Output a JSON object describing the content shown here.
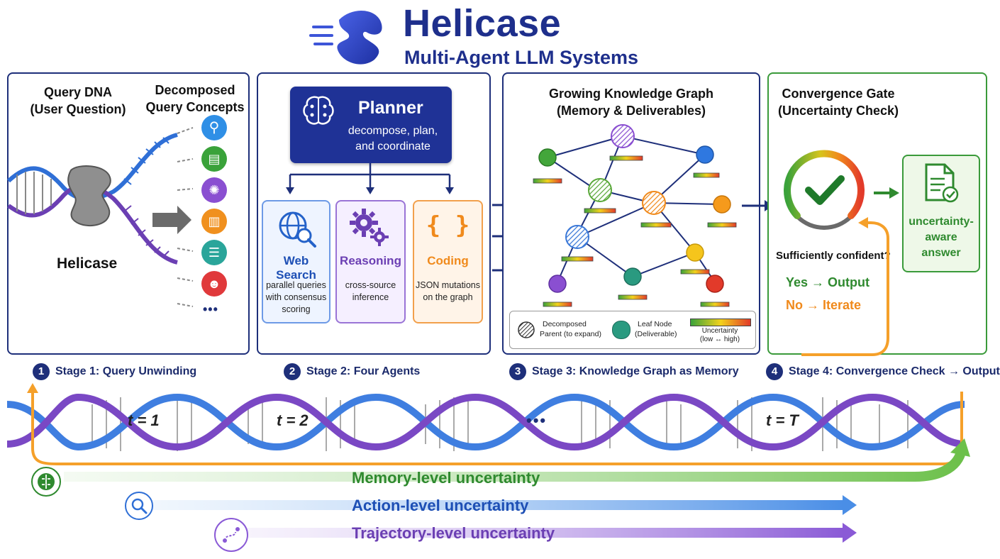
{
  "header": {
    "title": "Helicase",
    "subtitle": "Multi-Agent LLM Systems"
  },
  "stage1": {
    "query_label_line1": "Query DNA",
    "query_label_line2": "(User Question)",
    "concepts_line1": "Decomposed",
    "concepts_line2": "Query Concepts",
    "helicase_label": "Helicase",
    "ellipsis": "•••"
  },
  "stage2": {
    "planner_title": "Planner",
    "planner_desc1": "decompose, plan,",
    "planner_desc2": "and coordinate",
    "agents": [
      {
        "name": "Web Search",
        "d1": "parallel queries",
        "d2": "with consensus",
        "d3": "scoring"
      },
      {
        "name": "Reasoning",
        "d1": "cross-source",
        "d2": "inference",
        "d3": ""
      },
      {
        "name": "Coding",
        "d1": "JSON mutations",
        "d2": "on the graph",
        "d3": ""
      }
    ],
    "coding_glyph": "{ }"
  },
  "stage3": {
    "title_line1": "Growing Knowledge Graph",
    "title_line2": "(Memory & Deliverables)",
    "legend_parent_line1": "Decomposed",
    "legend_parent_line2": "Parent (to expand)",
    "legend_leaf_line1": "Leaf Node",
    "legend_leaf_line2": "(Deliverable)",
    "legend_unc_line1": "Uncertainty",
    "legend_unc_line2": "(low ↔ high)"
  },
  "stage4": {
    "title_line1": "Convergence Gate",
    "title_line2": "(Uncertainty Check)",
    "question": "Sufficiently confident?",
    "yes": "Yes → Output",
    "no": "No → Iterate",
    "answer_line1": "uncertainty-",
    "answer_line2": "aware",
    "answer_line3": "answer"
  },
  "stages": [
    {
      "num": "1",
      "label": "Stage 1: Query Unwinding"
    },
    {
      "num": "2",
      "label": "Stage 2: Four Agents"
    },
    {
      "num": "3",
      "label": "Stage 3: Knowledge Graph as Memory"
    },
    {
      "num": "4",
      "label": "Stage 4: Convergence Check → Output"
    }
  ],
  "timeline": {
    "t1": "t = 1",
    "t2": "t = 2",
    "tdots": "•••",
    "tT": "t = T"
  },
  "uncertainty": {
    "memory": "Memory-level uncertainty",
    "action": "Action-level uncertainty",
    "trajectory": "Trajectory-level uncertainty"
  },
  "colors": {
    "navy": "#1e2f7a",
    "blue": "#2f6fd6",
    "purple": "#6b3fb3",
    "orange": "#f08a1c",
    "green": "#3a9a3a",
    "dark_green": "#2f8a2f"
  },
  "icons": {
    "logo": "helicase-logo-icon",
    "concepts": [
      "search-icon",
      "document-icon",
      "lightbulb-icon",
      "chart-icon",
      "database-icon",
      "people-icon"
    ],
    "planner": "brain-icon",
    "web_search": "globe-search-icon",
    "reasoning": "gears-icon",
    "gauge": "gauge-check-icon",
    "answer": "document-check-icon",
    "memory": "brain-icon",
    "action": "search-icon",
    "trajectory": "trajectory-icon"
  }
}
